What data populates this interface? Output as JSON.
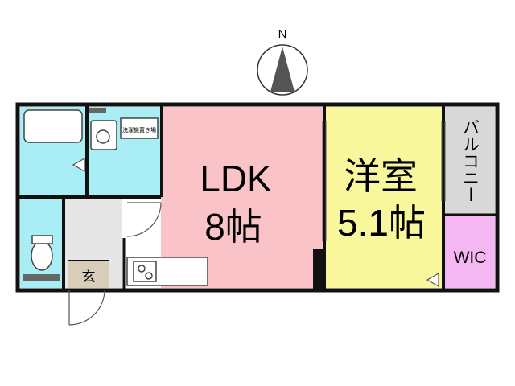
{
  "compass": {
    "label": "N"
  },
  "rooms": {
    "ldk": {
      "name": "LDK",
      "size": "8帖"
    },
    "western_room": {
      "name": "洋室",
      "size": "5.1帖"
    },
    "balcony": {
      "name": "バルコニー"
    },
    "wic": {
      "name": "WIC"
    },
    "entrance": {
      "name": "玄"
    },
    "washer_space": {
      "name": "洗濯機置き場"
    }
  },
  "colors": {
    "ldk": "#f9c3c8",
    "western_room": "#f9f79c",
    "wet_area": "#a8eef4",
    "balcony": "#d8d8d8",
    "wic": "#f4b7f2",
    "hall": "#e6e6e6",
    "entrance_floor": "#d8cdb8",
    "wall": "#111111"
  }
}
